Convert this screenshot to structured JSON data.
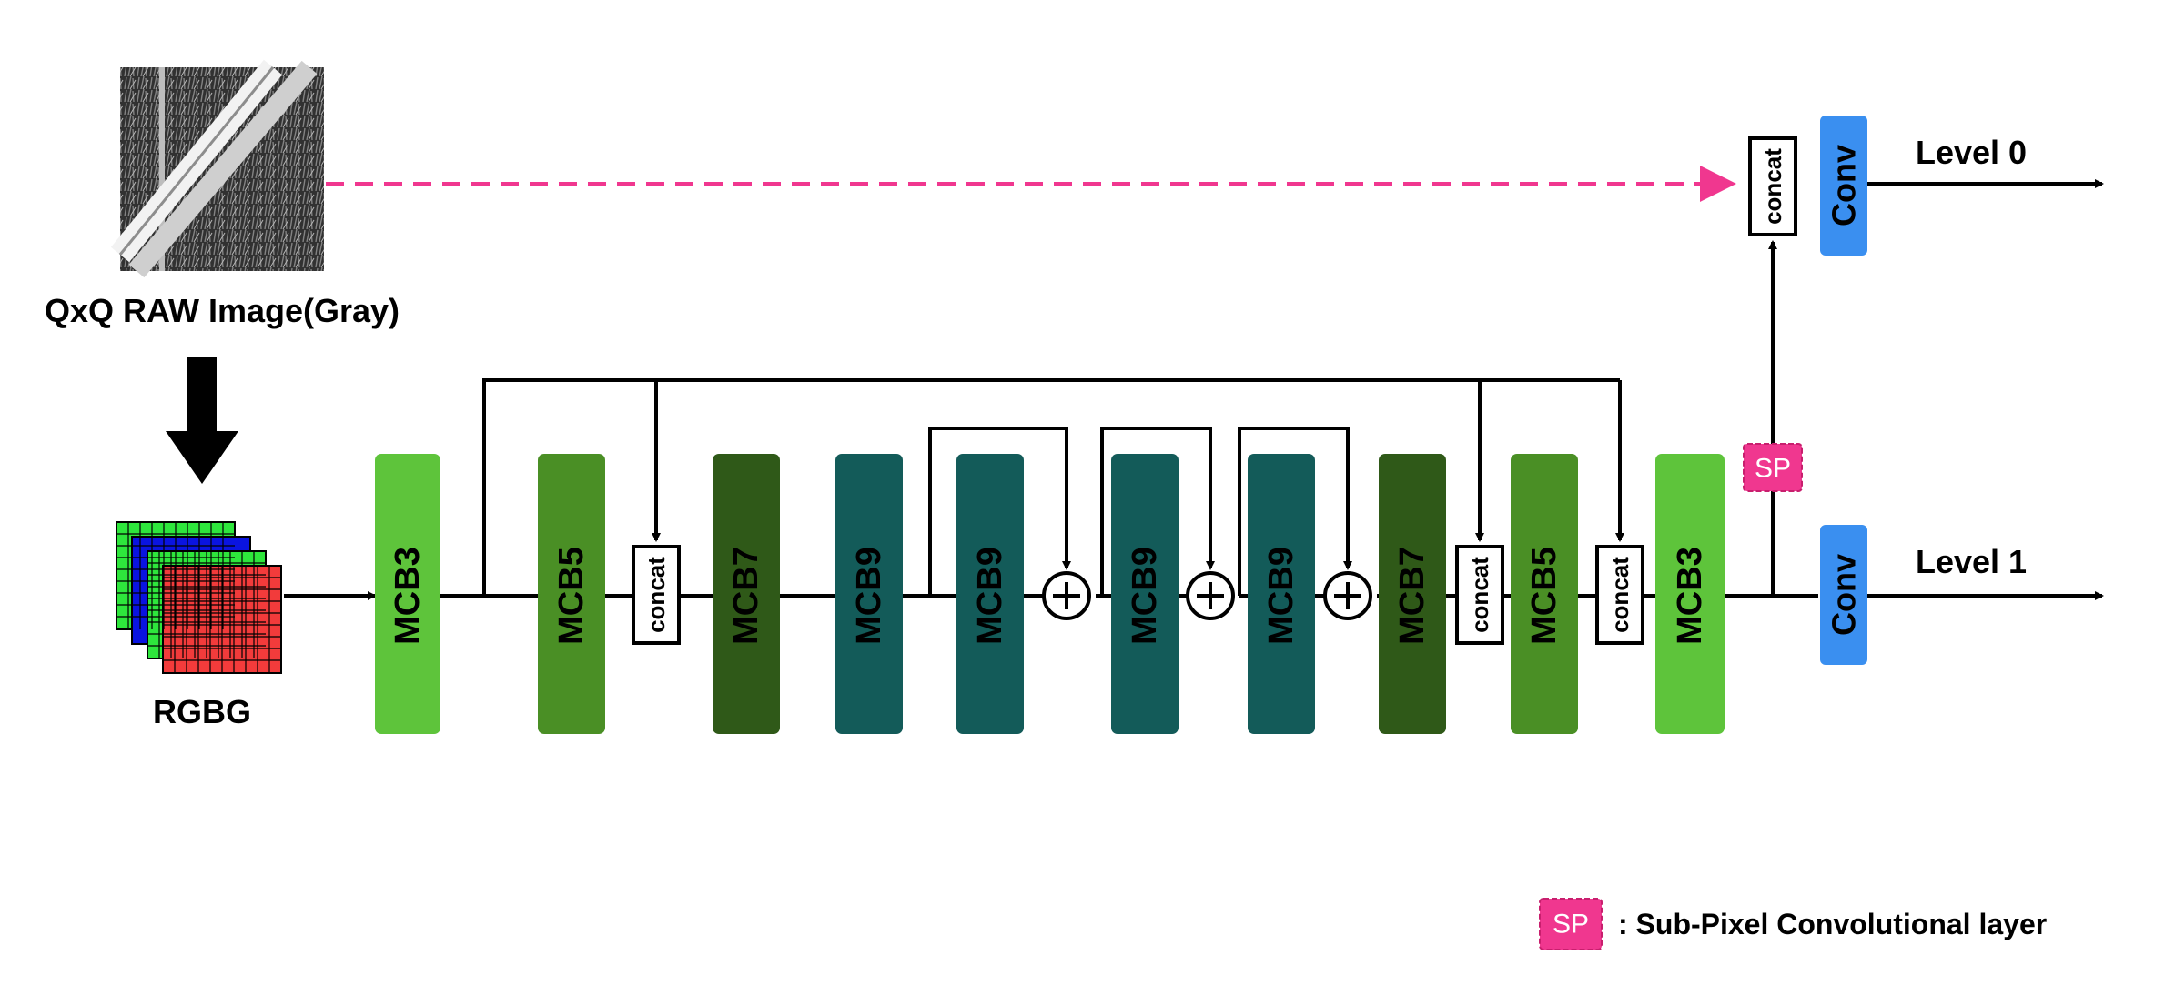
{
  "input": {
    "caption": "QxQ RAW Image(Gray)"
  },
  "packed": {
    "caption": "RGBG"
  },
  "blocks": [
    {
      "id": "mcb3_a",
      "label": "MCB3",
      "color": "#5ec43b"
    },
    {
      "id": "mcb5_a",
      "label": "MCB5",
      "color": "#4a8f25"
    },
    {
      "id": "mcb7_a",
      "label": "MCB7",
      "color": "#2f5918"
    },
    {
      "id": "mcb9_a",
      "label": "MCB9",
      "color": "#135b59"
    },
    {
      "id": "mcb9_b",
      "label": "MCB9",
      "color": "#135b59"
    },
    {
      "id": "mcb9_c",
      "label": "MCB9",
      "color": "#135b59"
    },
    {
      "id": "mcb9_d",
      "label": "MCB9",
      "color": "#135b59"
    },
    {
      "id": "mcb7_b",
      "label": "MCB7",
      "color": "#2f5918"
    },
    {
      "id": "mcb5_b",
      "label": "MCB5",
      "color": "#4a8f25"
    },
    {
      "id": "mcb3_b",
      "label": "MCB3",
      "color": "#5ec43b"
    }
  ],
  "concat_label": "concat",
  "conv": {
    "label": "Conv",
    "color": "#3a8ff0"
  },
  "sp": {
    "label": "SP",
    "color": "#f0378f"
  },
  "outputs": {
    "level0": "Level 0",
    "level1": "Level 1"
  },
  "legend": {
    "symbol": "SP",
    "text": ": Sub-Pixel Convolutional layer"
  },
  "colors": {
    "skip_arrow": "#f0378f",
    "bayer_red": "#f23b3b",
    "bayer_green": "#2ee63c",
    "bayer_blue": "#0a14e0"
  }
}
